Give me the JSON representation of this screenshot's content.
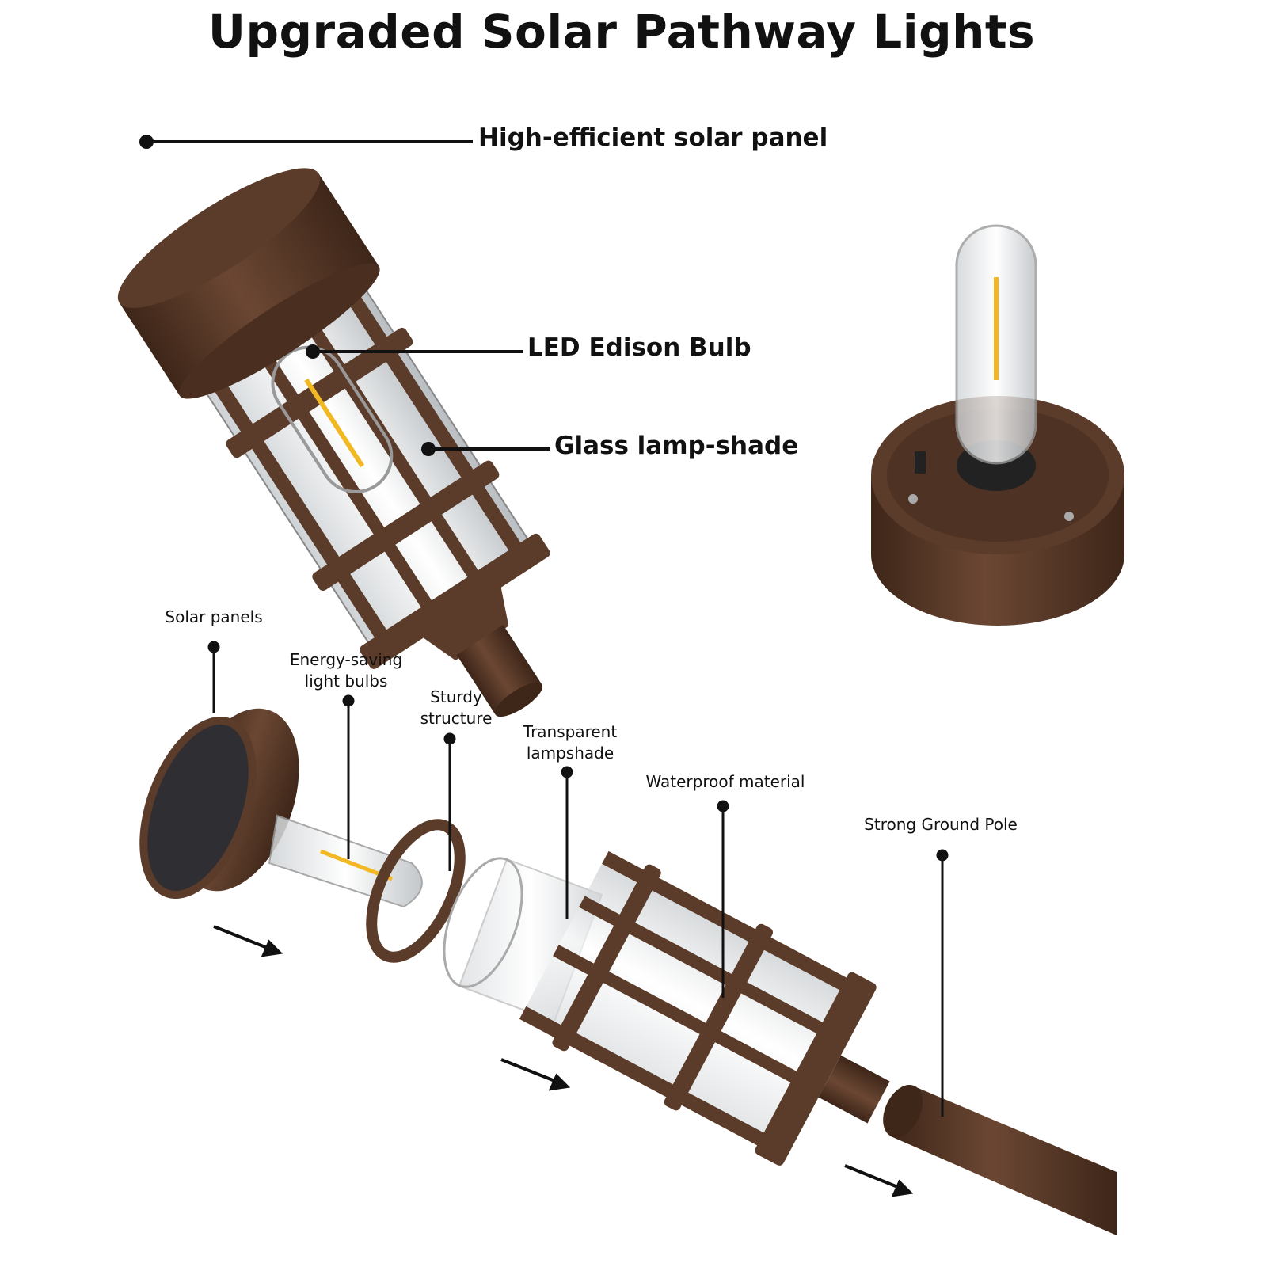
{
  "title": "Upgraded Solar Pathway Lights",
  "main_labels": [
    "High-efficient solar panel",
    "LED Edison Bulb",
    "Glass lamp-shade"
  ],
  "parts_labels": [
    {
      "line1": "Solar panels",
      "line2": ""
    },
    {
      "line1": "Energy-saving",
      "line2": "light bulbs"
    },
    {
      "line1": "Sturdy",
      "line2": "structure"
    },
    {
      "line1": "Transparent",
      "line2": "lampshade"
    },
    {
      "line1": "Waterproof material",
      "line2": ""
    },
    {
      "line1": "Strong Ground Pole",
      "line2": ""
    }
  ],
  "colors": {
    "brown": "#5b3b29",
    "brown_dark": "#3e2619",
    "filament": "#f2b824"
  }
}
